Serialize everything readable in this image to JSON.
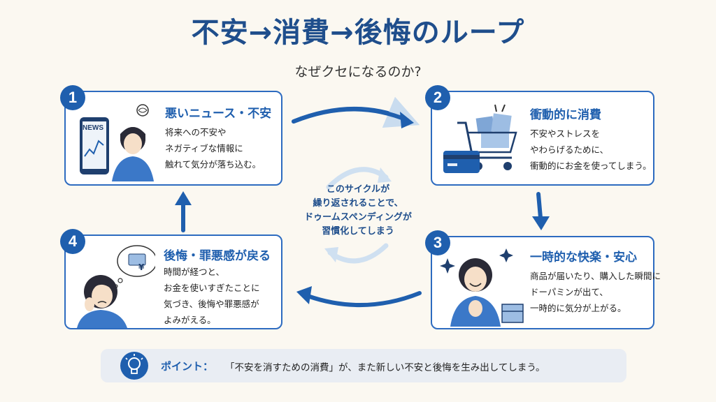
{
  "title": "不安→消費→後悔のループ",
  "subtitle": "なぜクセになるのか?",
  "steps": [
    {
      "number": "1",
      "title": "悪いニュース・不安",
      "lines": [
        "将来への不安や",
        "ネガティブな情報に",
        "触れて気分が落ち込む。"
      ],
      "badge": "NEWS"
    },
    {
      "number": "2",
      "title": "衝動的に消費",
      "lines": [
        "不安やストレスを",
        "やわらげるために、",
        "衝動的にお金を使ってしまう。"
      ]
    },
    {
      "number": "3",
      "title": "一時的な快楽・安心",
      "lines": [
        "商品が届いたり、購入した瞬間に",
        "ドーパミンが出て、",
        "一時的に気分が上がる。"
      ]
    },
    {
      "number": "4",
      "title": "後悔・罪悪感が戻る",
      "lines": [
        "時間が経つと、",
        "お金を使いすぎたことに",
        "気づき、後悔や罪悪感が",
        "よみがえる。"
      ],
      "bubble_symbol": "¥"
    }
  ],
  "center_lines": [
    "このサイクルが",
    "繰り返されることで、",
    "ドゥームスペンディングが",
    "習慣化してしまう"
  ],
  "point": {
    "label": "ポイント：",
    "text": "「不安を消すための消費」が、また新しい不安と後悔を生み出してしまう。",
    "icon": "lightbulb-icon"
  },
  "colors": {
    "primary": "#1f5fae",
    "background": "#fbf8f1",
    "border": "#2d6bc0"
  }
}
